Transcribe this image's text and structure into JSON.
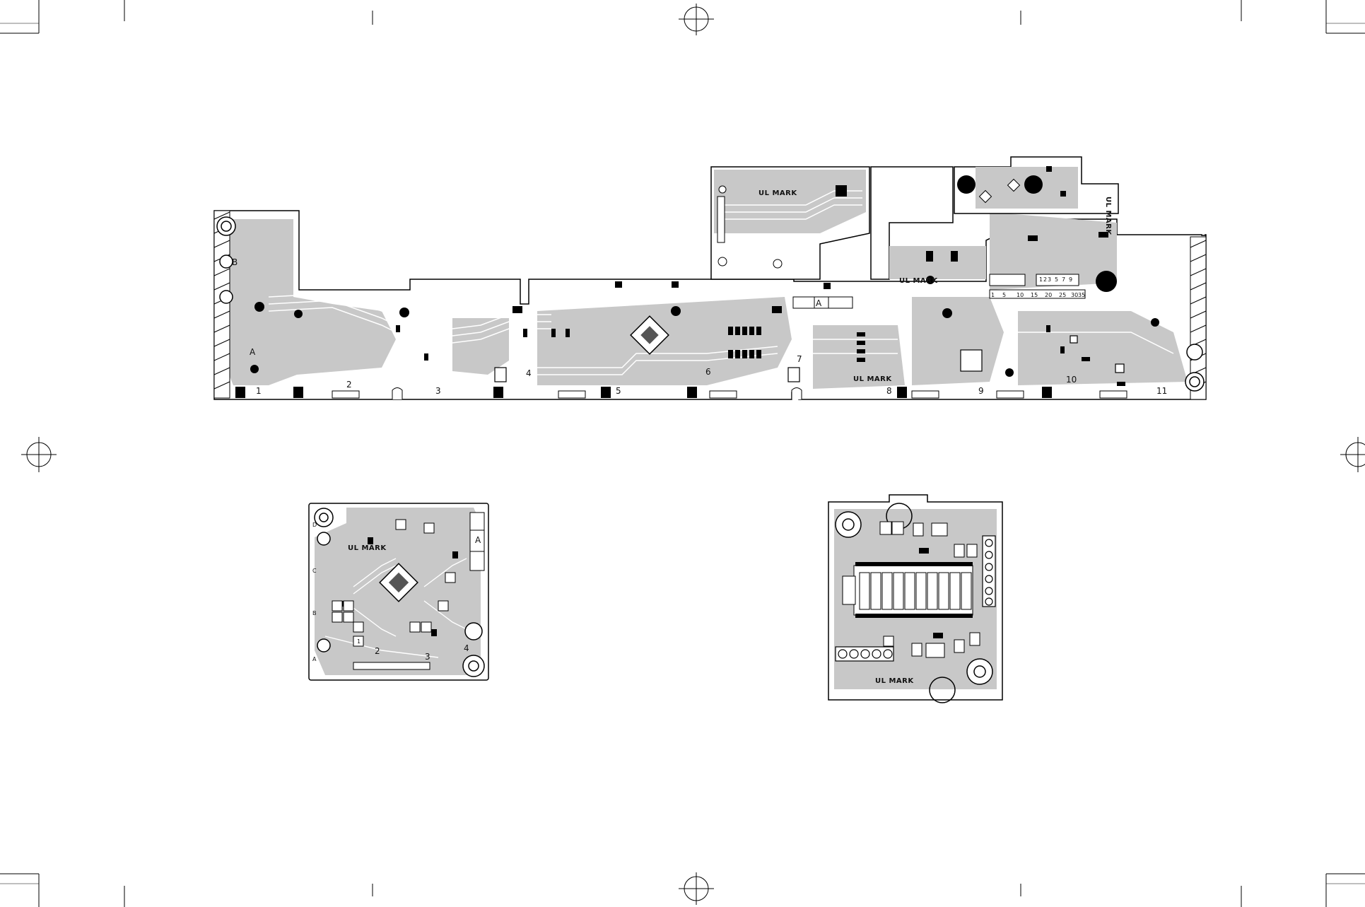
{
  "page": {
    "background": "#ffffff",
    "ink": "#000000",
    "copper_fill": "#c8c8c8",
    "trace_color": "#ffffff"
  },
  "main_board": {
    "zone_labels": [
      "1",
      "2",
      "3",
      "4",
      "5",
      "6",
      "7",
      "8",
      "9",
      "10",
      "11"
    ],
    "connector_label_a": "A",
    "connector_label_b": "B",
    "ul_mark": "UL MARK",
    "socket_label": "A",
    "pin_numbers": [
      "1",
      "5",
      "10",
      "15",
      "20",
      "25",
      "30",
      "35"
    ],
    "small_pin_numbers": [
      "1",
      "2",
      "3",
      "5",
      "7",
      "9"
    ]
  },
  "top_sub_boards": {
    "left_ul_mark": "UL MARK",
    "right_ul_mark": "UL MARK",
    "mid_ul_mark": "UL MARK"
  },
  "bottom_left_board": {
    "ul_mark": "UL MARK",
    "socket_label": "A",
    "side_labels": [
      "D",
      "C",
      "B",
      "A"
    ],
    "bottom_numbers": [
      "1",
      "2",
      "3",
      "4"
    ]
  },
  "bottom_right_board": {
    "ul_mark": "UL MARK"
  },
  "icons": {
    "registration_mark": "crosshair-circle-icon",
    "crop_mark": "crop-mark-icon"
  }
}
